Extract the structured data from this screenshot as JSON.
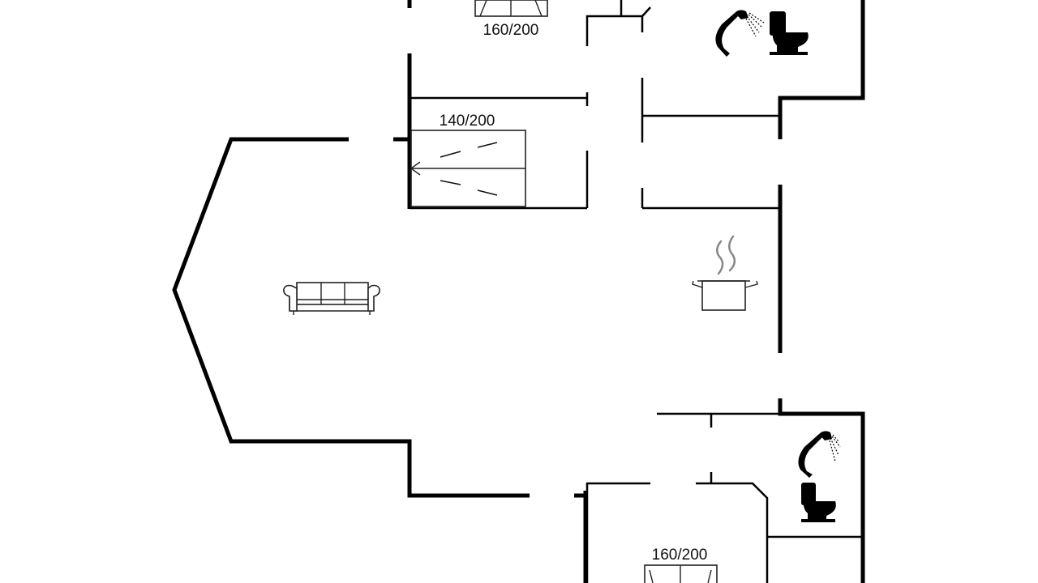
{
  "floorplan": {
    "bed_labels": {
      "top_bedroom": "160/200",
      "middle_bedroom": "140/200",
      "bottom_bedroom": "160/200"
    },
    "icons": [
      "sofa-icon",
      "cooking-pot-icon",
      "shower-icon",
      "toilet-icon"
    ]
  }
}
